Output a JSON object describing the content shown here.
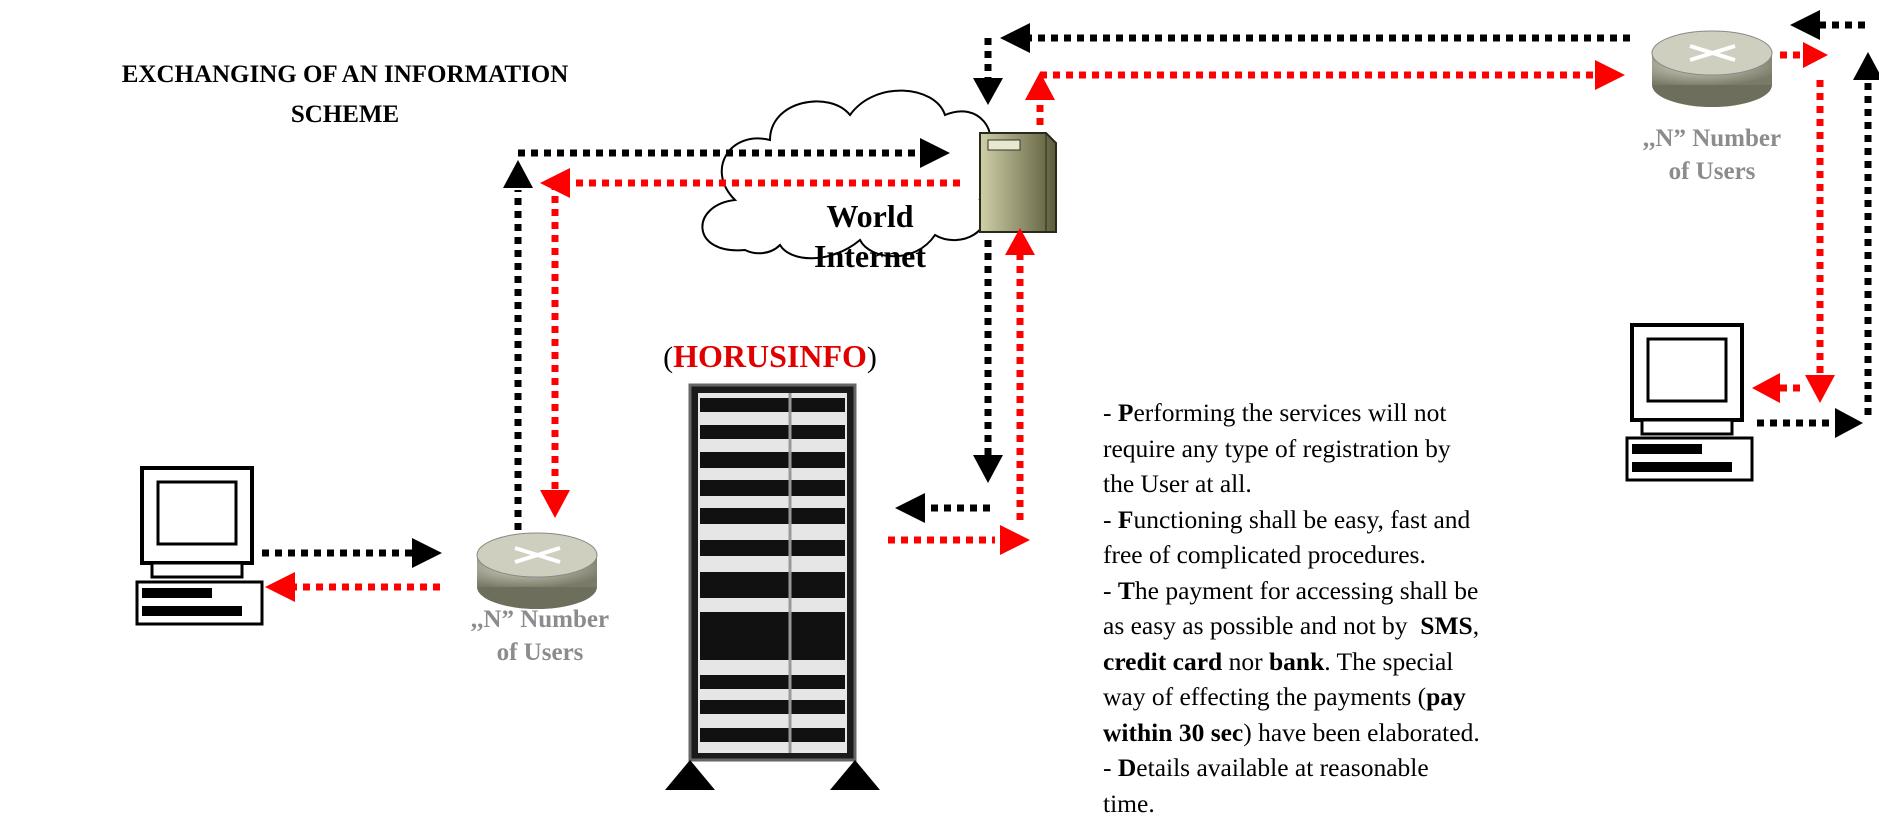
{
  "title": {
    "line1": "EXCHANGING OF AN INFORMATION",
    "line2": "SCHEME"
  },
  "cloud": {
    "line1": "World",
    "line2": "Internet"
  },
  "users_left": {
    "line1": ",,N” Number",
    "line2": "of Users"
  },
  "users_right": {
    "line1": ",,N” Number",
    "line2": "of Users"
  },
  "horus": {
    "open": "(",
    "name_h": "H",
    "name_rest1": "ORUS",
    "name_i": "I",
    "name_rest2": "NFO",
    "close": ")"
  },
  "notes": {
    "n1_bold": "P",
    "n1_rest": "erforming the services will not",
    "n1_l2": "require any type of registration by",
    "n1_l3": "the User at all.",
    "n2_bold": "F",
    "n2_rest": "unctioning shall be easy, fast and",
    "n2_l2": "free of complicated procedures.",
    "n3_bold": "T",
    "n3_rest": "he payment for accessing shall be",
    "n3_l2a": "as easy as possible and not by  ",
    "n3_sms": "SMS",
    "n3_l2b": ",",
    "n3_cc": "credit card",
    "n3_nor": " nor ",
    "n3_bank": "bank",
    "n3_l3b": ". The special",
    "n3_l4a": "way of effecting the payments (",
    "n3_pay": "pay",
    "n3_within": "within 30 sec",
    "n3_l5b": ") have been elaborated.",
    "n4_bold": "D",
    "n4_rest": "etails available at reasonable",
    "n4_l2": "time.",
    "dash": "- "
  },
  "colors": {
    "black_arrow": "#000000",
    "red_arrow": "#ff0000",
    "users_text": "#8c8c8c",
    "brand": "#e00000"
  }
}
